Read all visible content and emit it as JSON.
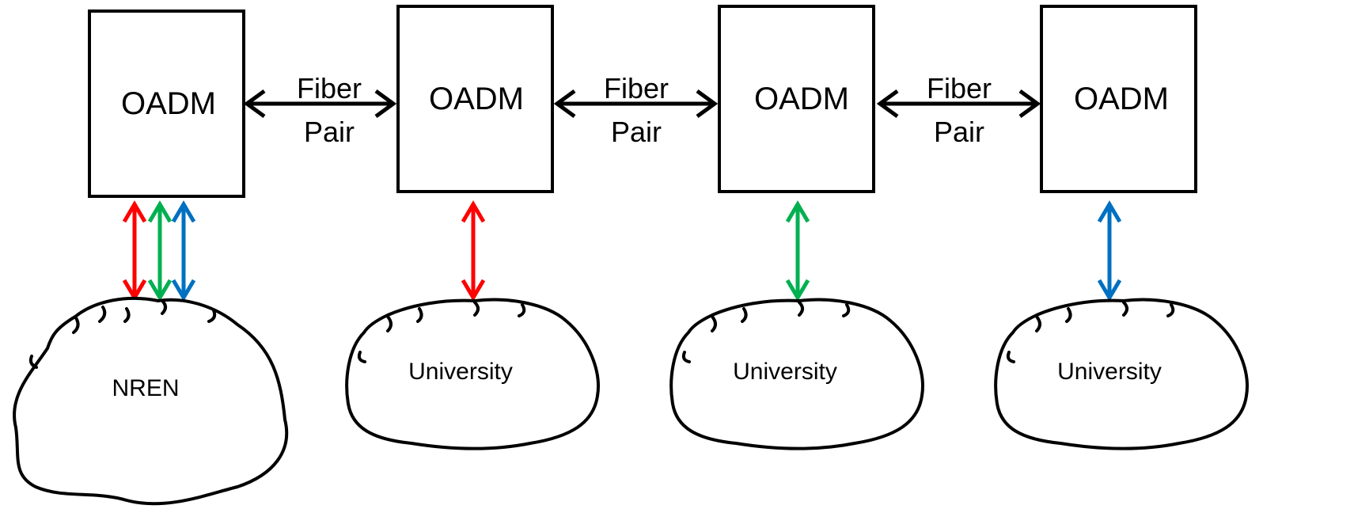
{
  "colors": {
    "stroke": "#000000",
    "red": "#ff0000",
    "green": "#00b050",
    "blue": "#0070c0"
  },
  "nodes": [
    {
      "label": "OADM"
    },
    {
      "label": "OADM"
    },
    {
      "label": "OADM"
    },
    {
      "label": "OADM"
    }
  ],
  "links": [
    {
      "line1": "Fiber",
      "line2": "Pair"
    },
    {
      "line1": "Fiber",
      "line2": "Pair"
    },
    {
      "line1": "Fiber",
      "line2": "Pair"
    }
  ],
  "clouds": [
    {
      "label": "NREN"
    },
    {
      "label": "University"
    },
    {
      "label": "University"
    },
    {
      "label": "University"
    }
  ],
  "channel_connections": [
    {
      "from_node": 0,
      "to_cloud": 0,
      "channels": [
        "red",
        "green",
        "blue"
      ]
    },
    {
      "from_node": 1,
      "to_cloud": 1,
      "channels": [
        "red"
      ]
    },
    {
      "from_node": 2,
      "to_cloud": 2,
      "channels": [
        "green"
      ]
    },
    {
      "from_node": 3,
      "to_cloud": 3,
      "channels": [
        "blue"
      ]
    }
  ]
}
